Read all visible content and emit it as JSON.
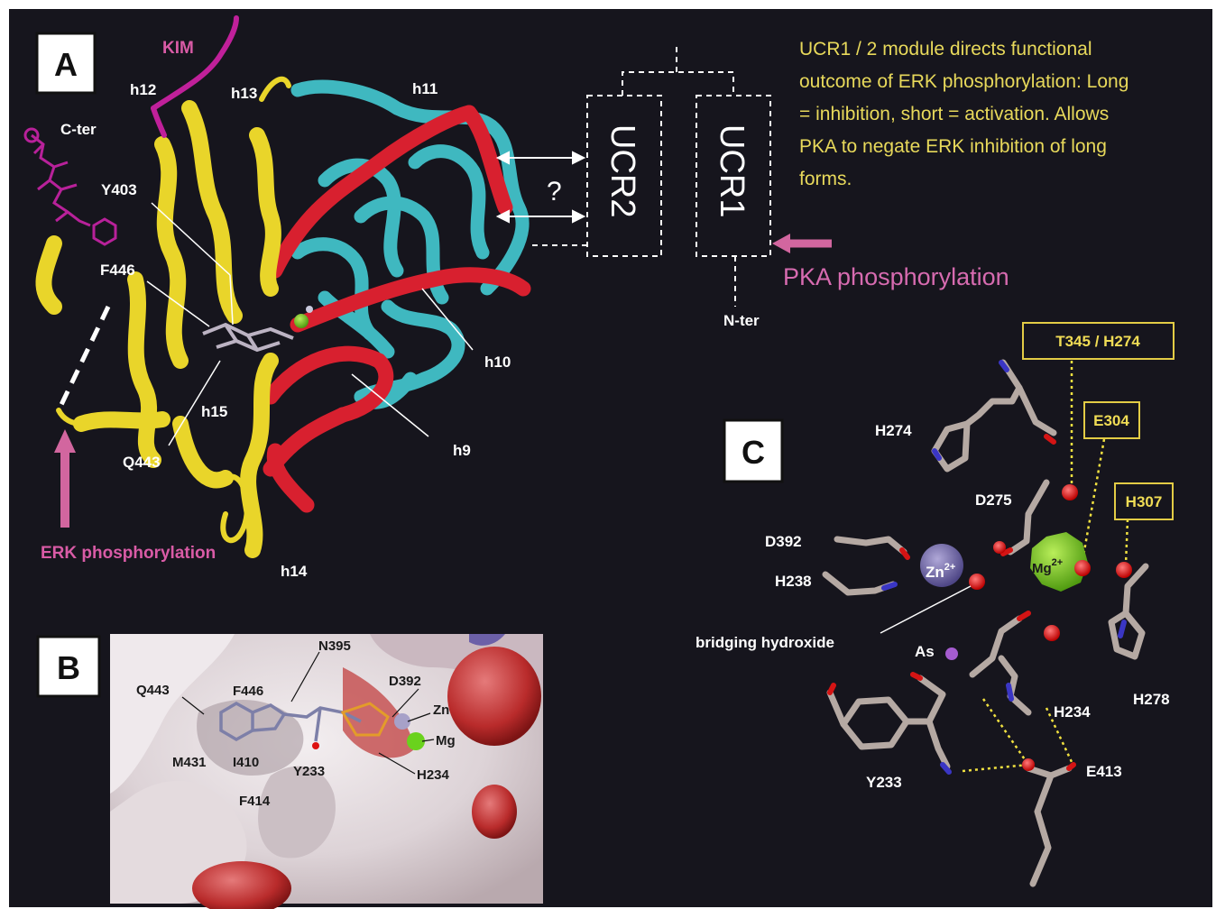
{
  "panels": {
    "a": "A",
    "b": "B",
    "c": "C"
  },
  "panel_a": {
    "helices": [
      "h12",
      "h13",
      "h11",
      "h10",
      "h9",
      "h14",
      "h15"
    ],
    "kim": "KIM",
    "c_ter": "C-ter",
    "residues": [
      "Y403",
      "F446",
      "Q443"
    ],
    "erk_phos": "ERK phosphorylation",
    "question": "?",
    "ucr2": "UCR2",
    "ucr1": "UCR1",
    "n_ter": "N-ter",
    "pka_phos": "PKA phosphorylation",
    "ucr_text": [
      "UCR1 / 2 module directs functional",
      "outcome of ERK phosphorylation: Long",
      "= inhibition, short = activation. Allows",
      "PKA to negate ERK inhibition of long",
      "forms."
    ]
  },
  "panel_b": {
    "labels": [
      "Q443",
      "F446",
      "N395",
      "D392",
      "Zn",
      "Mg",
      "M431",
      "I410",
      "Y233",
      "H234",
      "F414"
    ]
  },
  "panel_c": {
    "boxes": [
      "T345 / H274",
      "E304",
      "H307"
    ],
    "residues": [
      "H274",
      "D275",
      "D392",
      "H238",
      "As",
      "H234",
      "H278",
      "Y233",
      "E413"
    ],
    "zn": "Zn",
    "zn_sup": "2+",
    "mg": "Mg",
    "mg_sup": "2+",
    "bridging": "bridging hydroxide"
  },
  "colors": {
    "background": "#16151d",
    "helix_yellow": "#e9d52a",
    "helix_cyan": "#3fb8c0",
    "helix_red": "#d8202f",
    "magenta": "#c0209a",
    "label_pink": "#d95ba6",
    "text_yellow": "#e8d95b",
    "box_yellow": "#e3cc45"
  }
}
